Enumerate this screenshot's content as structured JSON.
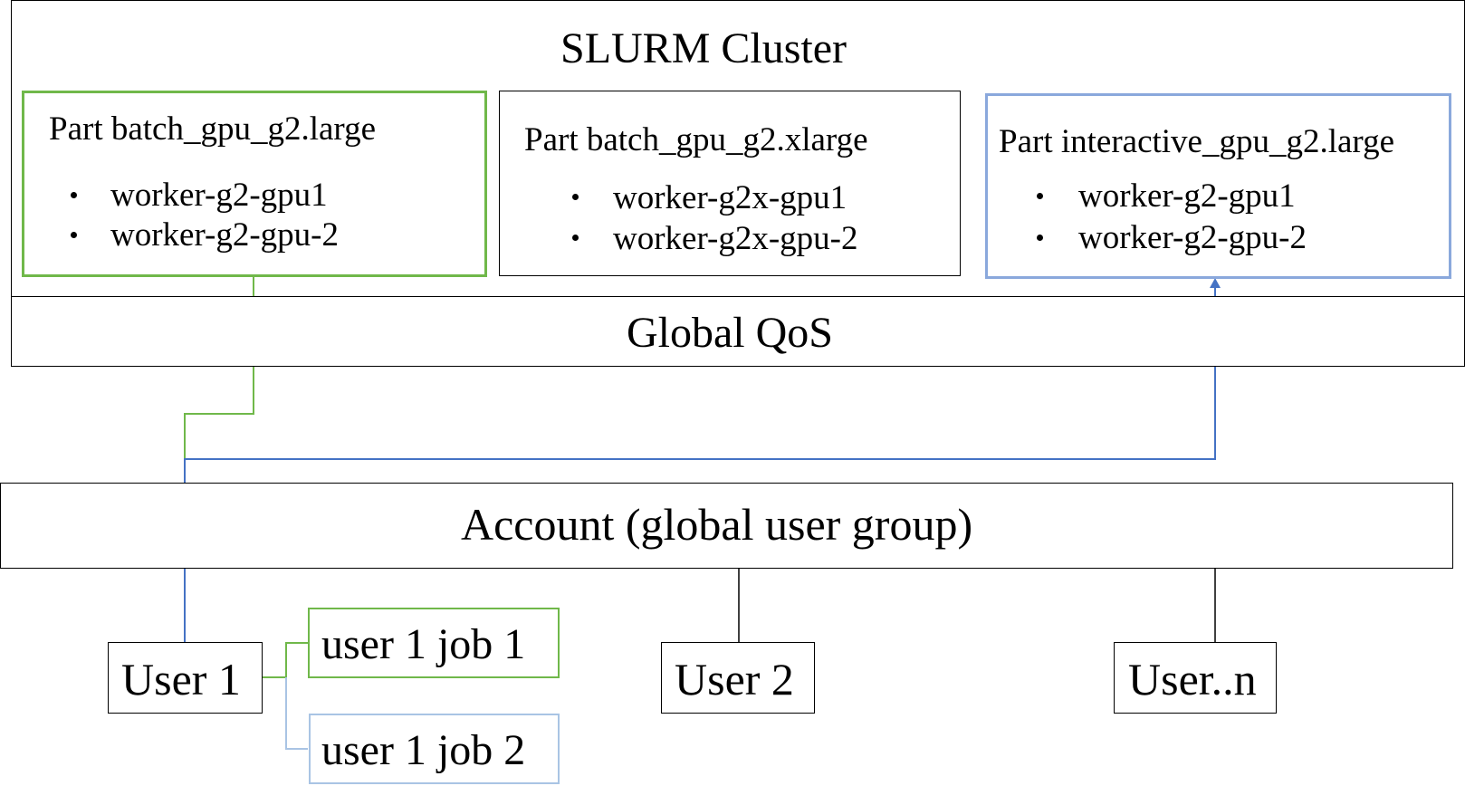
{
  "cluster": {
    "title": "SLURM Cluster",
    "partitions": [
      {
        "name": "Part batch_gpu_g2.large",
        "nodes": [
          "worker-g2-gpu1",
          "worker-g2-gpu-2"
        ],
        "border_color": "#70b84a"
      },
      {
        "name": "Part batch_gpu_g2.xlarge",
        "nodes": [
          "worker-g2x-gpu1",
          "worker-g2x-gpu-2"
        ],
        "border_color": "#000000"
      },
      {
        "name": "Part interactive_gpu_g2.large",
        "nodes": [
          "worker-g2-gpu1",
          "worker-g2-gpu-2"
        ],
        "border_color": "#8aa8dc"
      }
    ]
  },
  "qos": {
    "label": "Global QoS"
  },
  "account": {
    "label": "Account (global user group)"
  },
  "users": [
    {
      "label": "User 1"
    },
    {
      "label": "User 2"
    },
    {
      "label": "User..n"
    }
  ],
  "jobs": [
    {
      "label": "user 1 job 1",
      "border_color": "#70b84a"
    },
    {
      "label": "user 1 job 2",
      "border_color": "#a9c4e4"
    }
  ],
  "colors": {
    "green_link": "#70b84a",
    "blue_link": "#4472c4"
  }
}
